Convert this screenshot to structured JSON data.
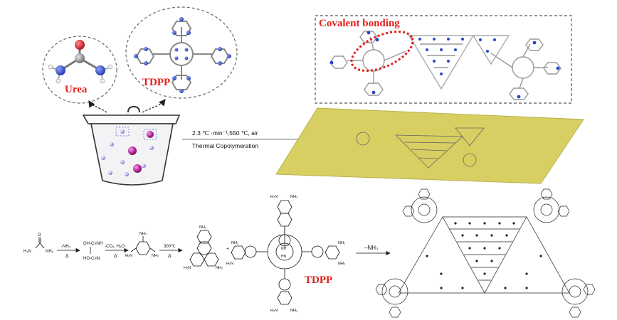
{
  "labels": {
    "urea": "Urea",
    "tdpp_top": "TDPP",
    "covalent": "Covalent bonding",
    "tdpp_bottom": "TDPP"
  },
  "arrow_conditions": {
    "line1": "2.3 ℃ ·min⁻¹,550 ℃, air",
    "line2": "Thermal Copolymeration"
  },
  "reaction": {
    "urea_left": "H₂N",
    "urea_right": "NH₂",
    "step1": "-NH₃",
    "intermediate_top": "OH-C≡NH",
    "intermediate_bottom": "HO-C≡N",
    "step2": "-CO₂, H₂O",
    "step3": "300℃",
    "delta": "Δ",
    "nh3": "–NH₃"
  },
  "colors": {
    "accent_red": "#e0201a",
    "sheet": "#d8cf62",
    "atom_blue": "#2b45c8",
    "atom_gray": "#8a8a8a",
    "atom_red": "#d2242b",
    "dashed": "#666666"
  }
}
